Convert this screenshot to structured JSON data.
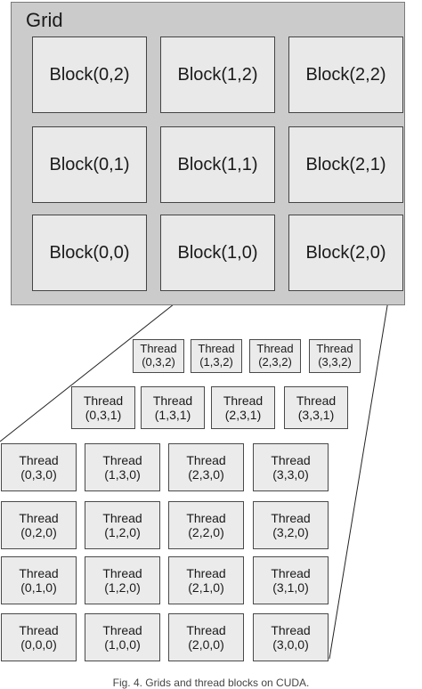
{
  "grid": {
    "title": "Grid"
  },
  "blocks": [
    {
      "label": "Block(0,2)"
    },
    {
      "label": "Block(1,2)"
    },
    {
      "label": "Block(2,2)"
    },
    {
      "label": "Block(0,1)"
    },
    {
      "label": "Block(1,1)"
    },
    {
      "label": "Block(2,1)"
    },
    {
      "label": "Block(0,0)"
    },
    {
      "label": "Block(1,0)"
    },
    {
      "label": "Block(2,0)"
    }
  ],
  "thread_word": "Thread",
  "threads": {
    "layer_z2": [
      "(0,3,2)",
      "(1,3,2)",
      "(2,3,2)",
      "(3,3,2)"
    ],
    "layer_z1": [
      "(0,3,1)",
      "(1,3,1)",
      "(2,3,1)",
      "(3,3,1)"
    ],
    "layer_z0": [
      "(0,3,0)",
      "(1,3,0)",
      "(2,3,0)",
      "(3,3,0)",
      "(0,2,0)",
      "(1,2,0)",
      "(2,2,0)",
      "(3,2,0)",
      "(0,1,0)",
      "(1,2,0)",
      "(2,1,0)",
      "(3,1,0)",
      "(0,0,0)",
      "(1,0,0)",
      "(2,0,0)",
      "(3,0,0)"
    ]
  },
  "caption": "Fig. 4. Grids and thread blocks on CUDA."
}
